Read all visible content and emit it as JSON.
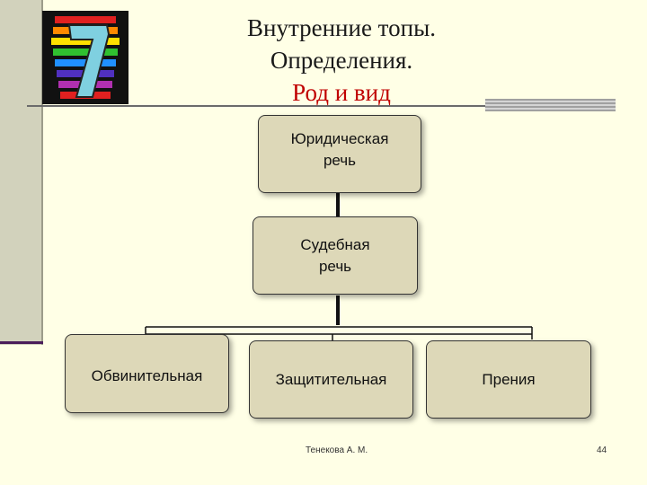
{
  "title": {
    "line1": "Внутренние топы.",
    "line2": "Определения.",
    "line3": "Род и вид",
    "color_main": "#1a1a1a",
    "color_accent": "#c00000"
  },
  "logo": {
    "icon": "number-seven-rainbow-icon"
  },
  "diagram": {
    "root": "Юридическая\nречь",
    "middle": "Судебная\nречь",
    "leaves": [
      "Обвинительная",
      "Защитительная",
      "Прения"
    ]
  },
  "footer": {
    "author": "Тенекова А. М.",
    "page": "44"
  }
}
